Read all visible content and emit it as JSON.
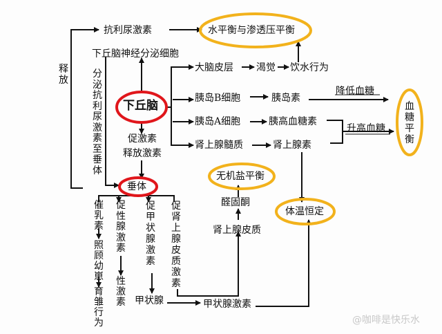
{
  "nodes": {
    "adh": "抗利尿激素",
    "water_balance": "水平衡与渗透压平衡",
    "neurosecretory": "下丘脑神经分泌细胞",
    "release": "释放",
    "secrete_adh": "分泌抗利尿激素至垂体",
    "hypothalamus": "下丘脑",
    "trh_line1": "促激素",
    "trh_line2": "释放激素",
    "pituitary": "垂体",
    "cortex": "大脑皮层",
    "thirst": "渴觉",
    "drinking": "饮水行为",
    "beta_cell": "胰岛B细胞",
    "insulin": "胰岛素",
    "lower_sugar": "降低血糖",
    "alpha_cell": "胰岛A细胞",
    "glucagon": "胰高血糖素",
    "adrenal_medulla": "肾上腺髓质",
    "adrenaline": "肾上腺素",
    "raise_sugar": "升高血糖",
    "sugar_balance": "血糖平衡",
    "salt_balance": "无机盐平衡",
    "aldosterone": "醛固酮",
    "adrenal_cortex": "肾上腺皮质",
    "temp_stable": "体温恒定",
    "prolactin": "催乳素",
    "care_young": "照顾幼崽",
    "brooding": "育雏行为",
    "gth": "促性腺激素",
    "sex_hormone": "性激素",
    "tsh": "促甲状腺激素",
    "thyroid": "甲状腺",
    "thyroid_hormone": "甲状腺激素",
    "acth": "促肾上腺皮质激素"
  },
  "watermark": "@咖啡是快乐水",
  "colors": {
    "red_ring": "#e0161b",
    "yellow_ring": "#f2b21c",
    "line": "#111111"
  }
}
